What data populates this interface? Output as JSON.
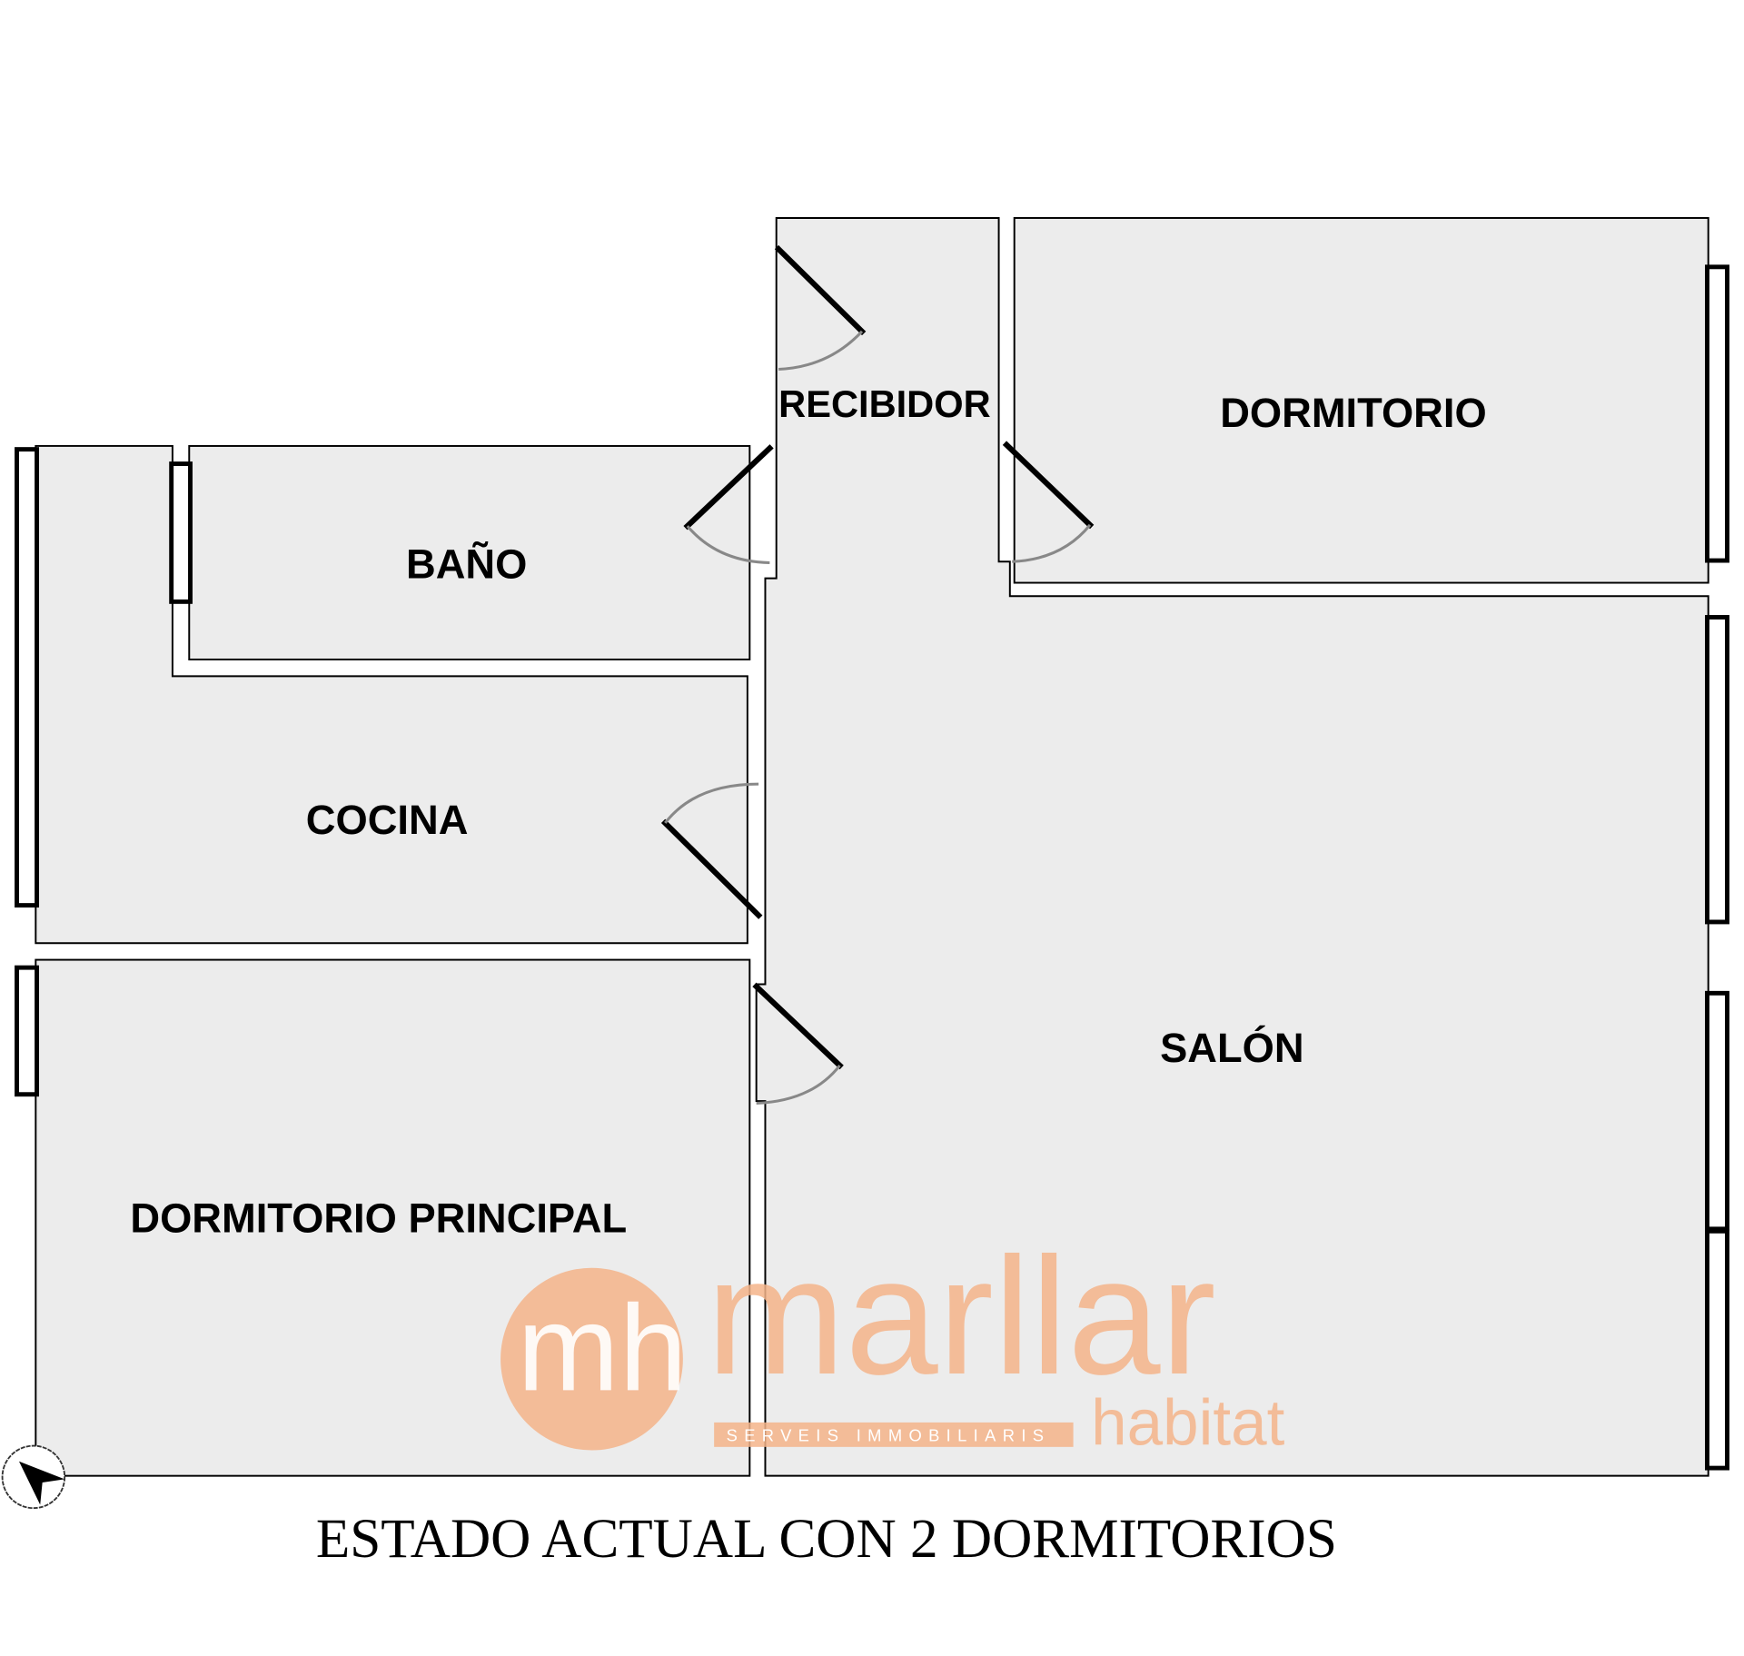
{
  "rooms": {
    "recibidor": "RECIBIDOR",
    "dormitorio": "DORMITORIO",
    "bano": "BAÑO",
    "cocina": "COCINA",
    "salon": "SALÓN",
    "dormitorio_principal": "DORMITORIO PRINCIPAL"
  },
  "title": "ESTADO ACTUAL CON 2 DORMITORIOS",
  "watermark": {
    "monogram": "mh",
    "brand": "marllar",
    "sub": "habitat",
    "tagline": "SERVEIS IMMOBILIARIS",
    "color": "#f4b48a"
  },
  "colors": {
    "room_fill": "#ececec",
    "wall": "#000000",
    "door_arc": "#888888"
  },
  "compass": "north-arrow-icon"
}
